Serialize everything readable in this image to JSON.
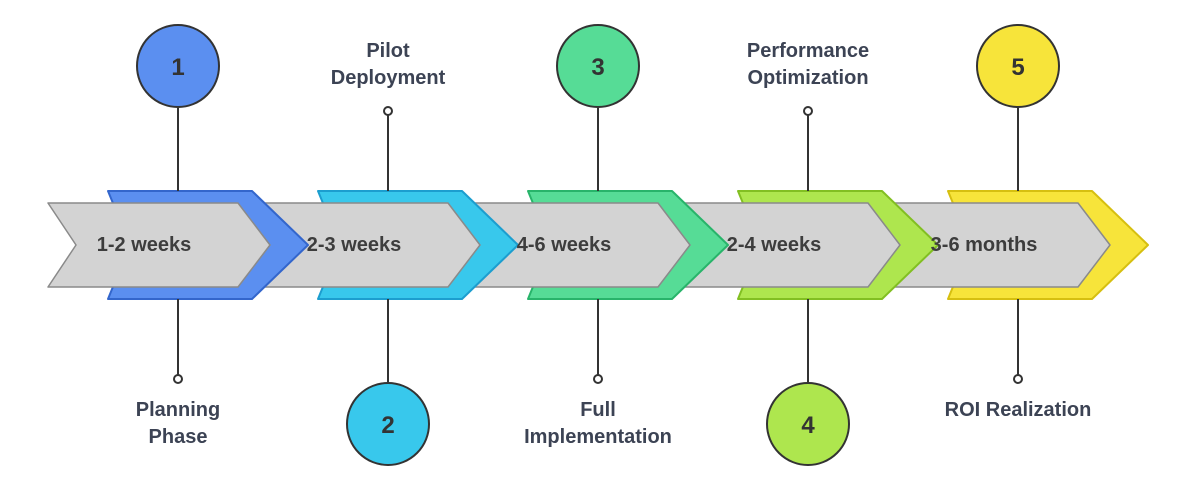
{
  "stages": [
    {
      "number": "1",
      "label": "Planning Phase",
      "duration": "1-2 weeks",
      "color": "#5b8ff0",
      "dark": "#3366cc",
      "position": "top"
    },
    {
      "number": "2",
      "label": "Pilot Deployment",
      "duration": "2-3 weeks",
      "color": "#38c8ec",
      "dark": "#1c9ecf",
      "position": "bottom"
    },
    {
      "number": "3",
      "label": "Full Implementation",
      "duration": "4-6 weeks",
      "color": "#56dc96",
      "dark": "#28b46a",
      "position": "top"
    },
    {
      "number": "4",
      "label": "Performance Optimization",
      "duration": "2-4 weeks",
      "color": "#aee64e",
      "dark": "#82bf22",
      "position": "bottom"
    },
    {
      "number": "5",
      "label": "ROI Realization",
      "duration": "3-6 months",
      "color": "#f7e43a",
      "dark": "#d6bf10",
      "position": "top"
    }
  ]
}
